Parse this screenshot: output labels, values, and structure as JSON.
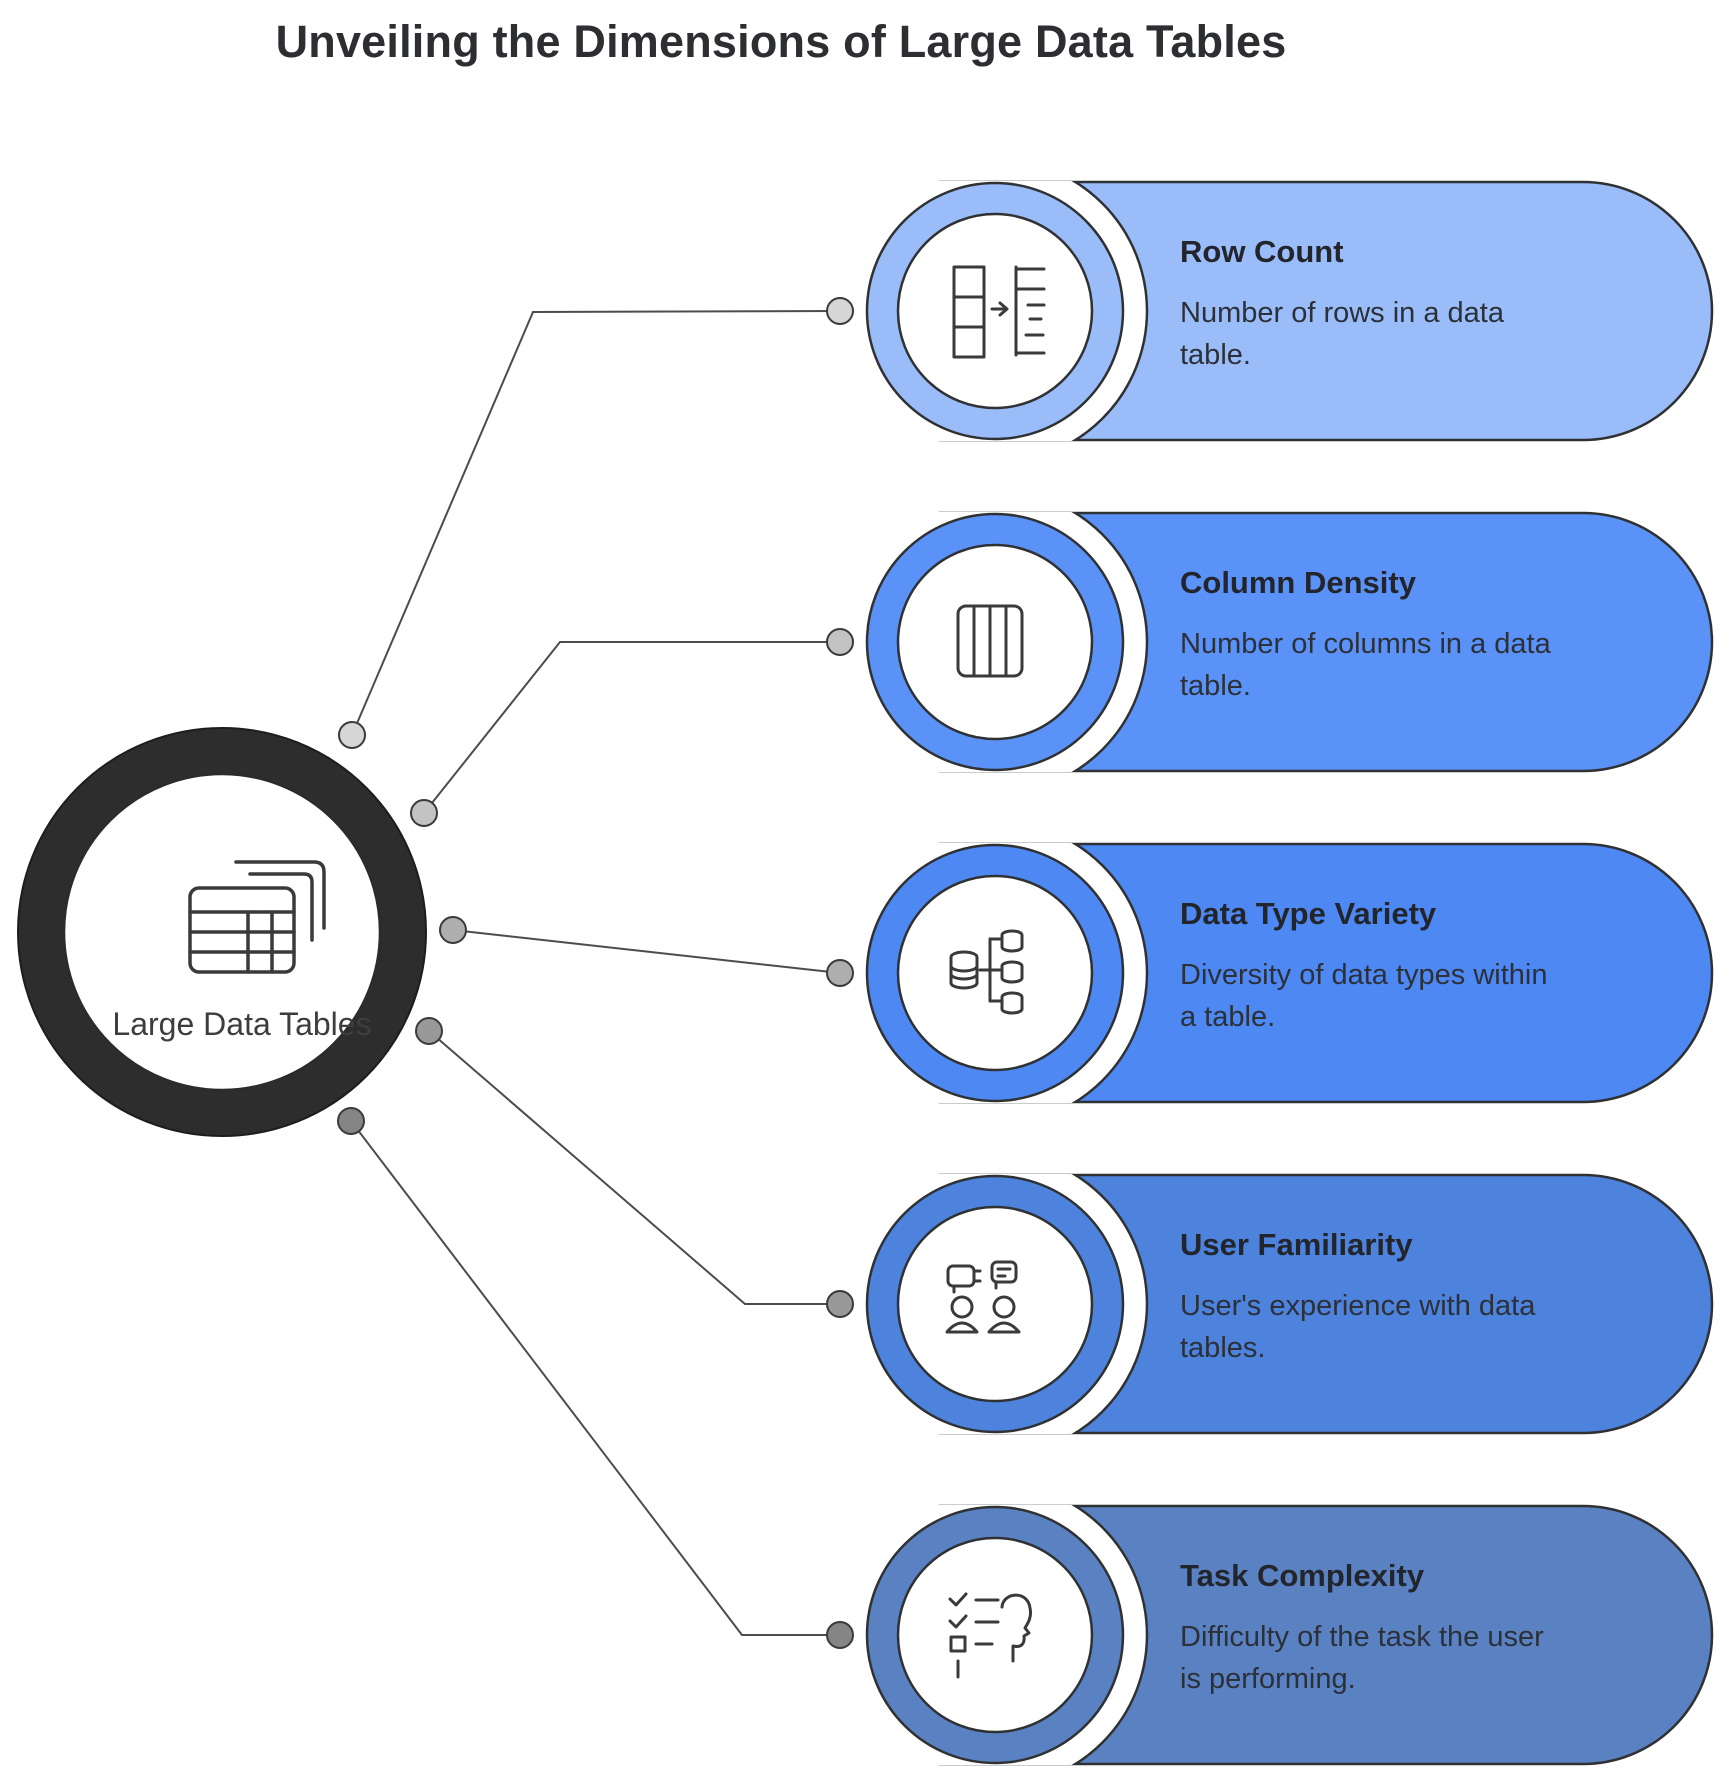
{
  "title": "Unveiling the Dimensions of Large Data Tables",
  "hub": {
    "label": "Large Data Tables",
    "icon": "stacked-tables-icon",
    "ring_color": "#2d2d2d"
  },
  "outline_color": "#2f3133",
  "connector_color": "#4a4c4e",
  "items": [
    {
      "title": "Row Count",
      "description": "Number of rows in a data\ntable.",
      "color": "#9abdfa",
      "icon": "rows-transform-icon",
      "dot_color": "#d6d6d6"
    },
    {
      "title": "Column Density",
      "description": "Number of columns in a data\ntable.",
      "color": "#5b92f7",
      "icon": "table-columns-icon",
      "dot_color": "#c3c3c3"
    },
    {
      "title": "Data Type Variety",
      "description": "Diversity of data types within\na table.",
      "color": "#4e88f2",
      "icon": "data-types-icon",
      "dot_color": "#aeaeae"
    },
    {
      "title": "User Familiarity",
      "description": "User's experience with data\ntables.",
      "color": "#4d82dd",
      "icon": "users-chat-icon",
      "dot_color": "#999999"
    },
    {
      "title": "Task Complexity",
      "description": "Difficulty of the task the user\nis performing.",
      "color": "#5a82c2",
      "icon": "task-checklist-icon",
      "dot_color": "#858585"
    }
  ]
}
